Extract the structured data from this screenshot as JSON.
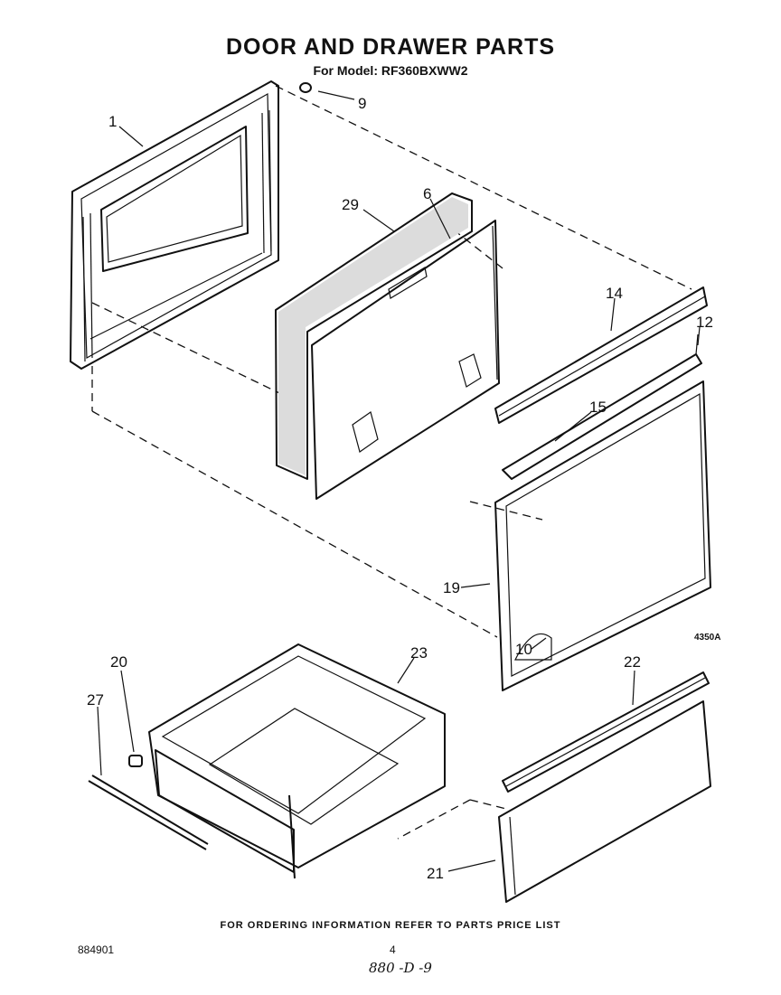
{
  "header": {
    "title": "DOOR AND DRAWER PARTS",
    "subtitle": "For Model: RF360BXWW2"
  },
  "callouts": {
    "c1": "1",
    "c9": "9",
    "c29": "29",
    "c6": "6",
    "c14": "14",
    "c12": "12",
    "c15": "15",
    "c19": "19",
    "c10": "10",
    "c20": "20",
    "c23": "23",
    "c27": "27",
    "c22": "22",
    "c21": "21"
  },
  "figure_code": "4350A",
  "footer": {
    "note": "FOR ORDERING INFORMATION REFER TO PARTS PRICE LIST",
    "doc_number": "884901",
    "page_number": "4",
    "handwritten": "880 -D -9"
  }
}
